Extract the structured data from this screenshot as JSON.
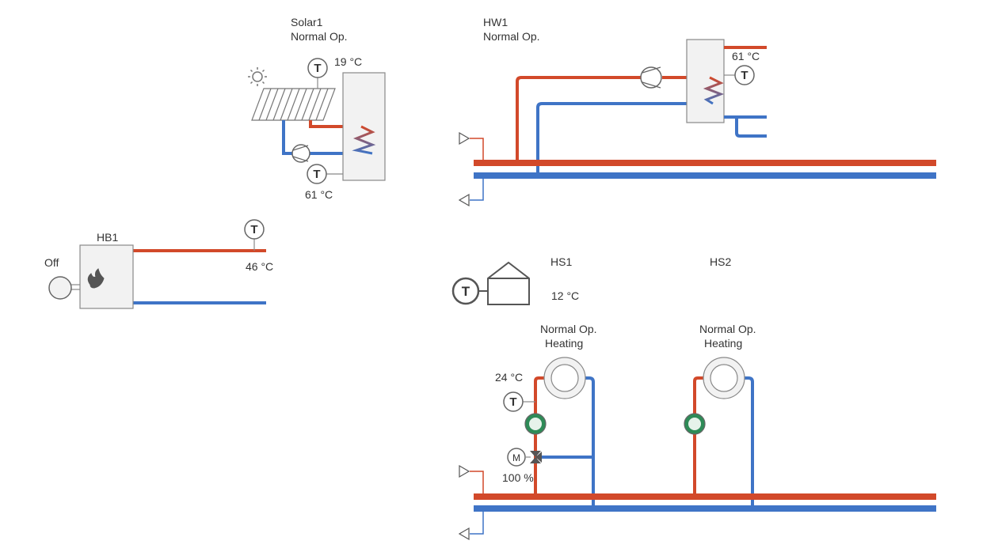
{
  "colors": {
    "supply": "#d2492a",
    "return": "#3f74c6",
    "outline": "#888888",
    "pump_active": "#2e8b57",
    "background": "#ffffff"
  },
  "solar": {
    "name": "Solar1",
    "status": "Normal Op.",
    "collector_temp": "19 °C",
    "tank_temp": "61 °C",
    "sensor_symbol": "T",
    "icons": [
      "sun-icon",
      "solar-collector-icon",
      "tank-icon",
      "pump-icon",
      "heat-exchanger-coil-icon"
    ]
  },
  "hot_water": {
    "name": "HW1",
    "status": "Normal Op.",
    "temp": "61 °C",
    "sensor_symbol": "T",
    "icons": [
      "tank-icon",
      "pump-icon",
      "heat-exchanger-coil-icon"
    ]
  },
  "boiler": {
    "name": "HB1",
    "state": "Off",
    "flow_temp": "46 °C",
    "sensor_symbol": "T",
    "icons": [
      "boiler-icon",
      "burner-flame-icon",
      "pump-icon"
    ]
  },
  "outdoor": {
    "temp": "12 °C",
    "sensor_symbol": "T",
    "icons": [
      "house-icon",
      "outdoor-sensor-icon"
    ]
  },
  "heating_circuits": [
    {
      "name": "HS1",
      "status": "Normal Op.",
      "mode": "Heating",
      "flow_temp": "24 °C",
      "valve_position": "100 %",
      "valve_symbol": "M",
      "sensor_symbol": "T",
      "icons": [
        "radiator-icon",
        "pump-icon",
        "mixing-valve-icon",
        "valve-motor-icon"
      ]
    },
    {
      "name": "HS2",
      "status": "Normal Op.",
      "mode": "Heating",
      "icons": [
        "radiator-icon",
        "pump-icon"
      ]
    }
  ]
}
